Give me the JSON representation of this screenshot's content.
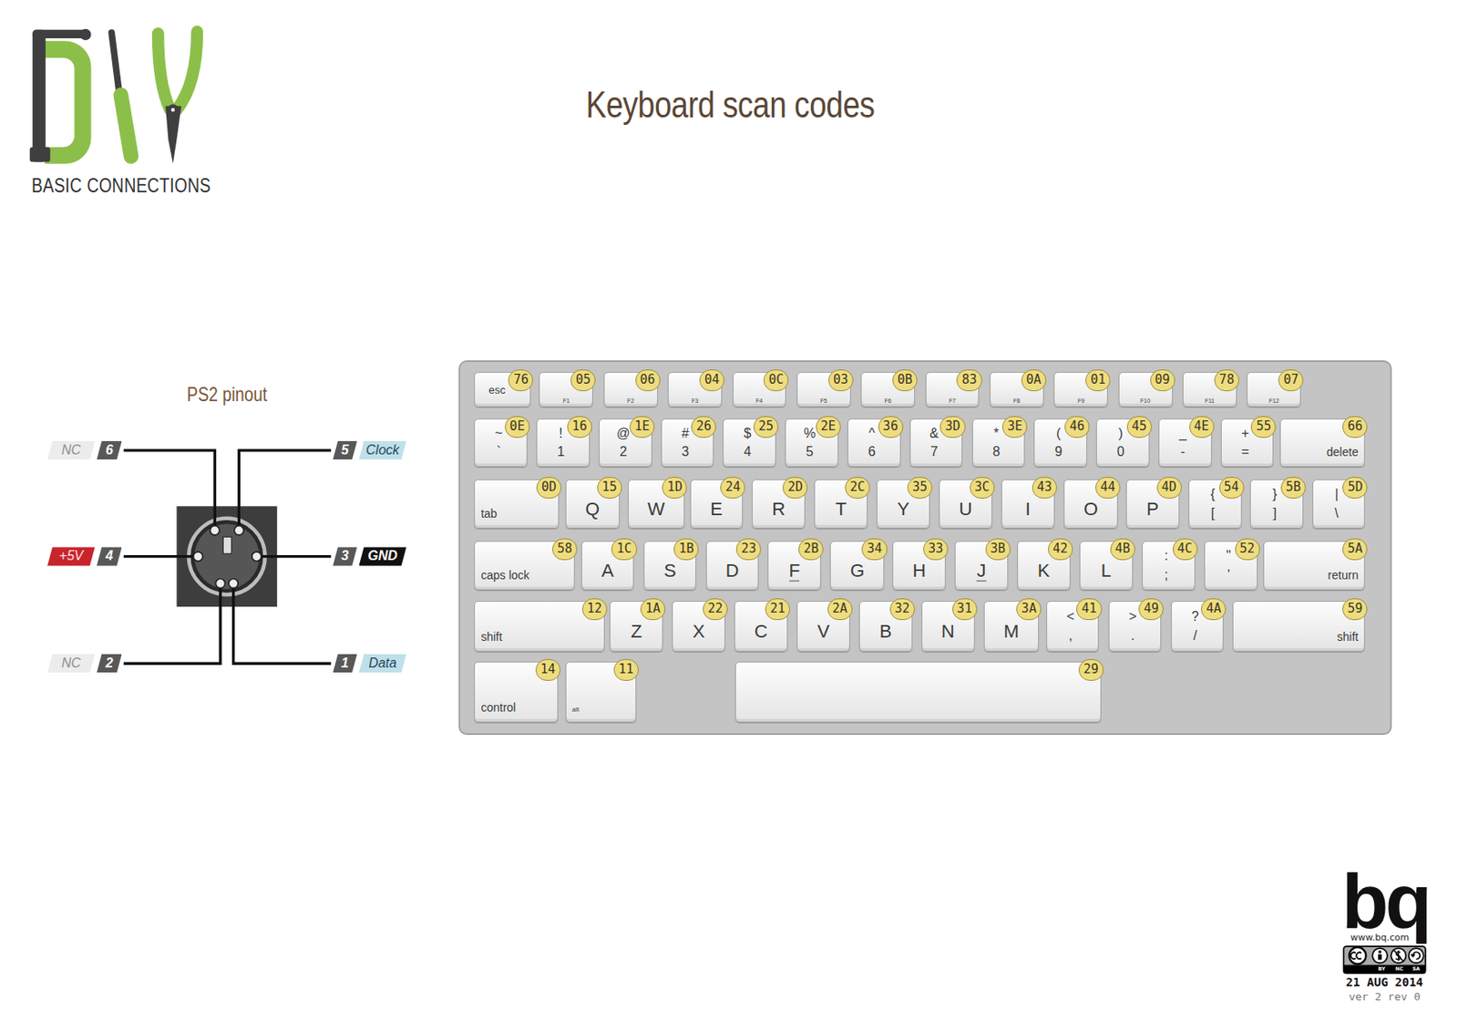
{
  "diagram": {
    "title": "Keyboard scan codes",
    "nodes": [
      {
        "text": [
          "esc",
          "76"
        ]
      },
      {
        "text": [
          "F1",
          "05"
        ]
      },
      {
        "text": [
          "F2",
          "06"
        ]
      },
      {
        "text": [
          "F3",
          "04"
        ]
      },
      {
        "text": [
          "F4",
          "0C"
        ]
      },
      {
        "text": [
          "F5",
          "03"
        ]
      },
      {
        "text": [
          "F6",
          "0B"
        ]
      },
      {
        "text": [
          "F7",
          "83"
        ]
      },
      {
        "text": [
          "F8",
          "0A"
        ]
      },
      {
        "text": [
          "F9",
          "01"
        ]
      },
      {
        "text": [
          "F10",
          "09"
        ]
      },
      {
        "text": [
          "F11",
          "78"
        ]
      },
      {
        "text": [
          "F12",
          "07"
        ]
      },
      {
        "text": [
          "~",
          "`",
          "0E"
        ]
      },
      {
        "text": [
          "!",
          "1",
          "16"
        ]
      },
      {
        "text": [
          "@",
          "2",
          "1E"
        ]
      },
      {
        "text": [
          "#",
          "3",
          "26"
        ]
      },
      {
        "text": [
          "$",
          "4",
          "25"
        ]
      },
      {
        "text": [
          "%",
          "5",
          "2E"
        ]
      },
      {
        "text": [
          "^",
          "6",
          "36"
        ]
      },
      {
        "text": [
          "&",
          "7",
          "3D"
        ]
      },
      {
        "text": [
          "*",
          "8",
          "3E"
        ]
      },
      {
        "text": [
          "(",
          "9",
          "46"
        ]
      },
      {
        "text": [
          ")",
          "0",
          "45"
        ]
      },
      {
        "text": [
          "_",
          "-",
          "4E"
        ]
      },
      {
        "text": [
          "+",
          "=",
          "55"
        ]
      },
      {
        "text": [
          "delete",
          "66"
        ]
      },
      {
        "text": [
          "tab",
          "0D"
        ]
      },
      {
        "text": [
          "Q",
          "15"
        ]
      },
      {
        "text": [
          "W",
          "1D"
        ]
      },
      {
        "text": [
          "E",
          "24"
        ]
      },
      {
        "text": [
          "R",
          "2D"
        ]
      },
      {
        "text": [
          "T",
          "2C"
        ]
      },
      {
        "text": [
          "Y",
          "35"
        ]
      },
      {
        "text": [
          "U",
          "3C"
        ]
      },
      {
        "text": [
          "I",
          "43"
        ]
      },
      {
        "text": [
          "O",
          "44"
        ]
      },
      {
        "text": [
          "P",
          "4D"
        ]
      },
      {
        "text": [
          "{",
          "[",
          "54"
        ]
      },
      {
        "text": [
          "}",
          "]",
          "5B"
        ]
      },
      {
        "text": [
          "|",
          "\\",
          "5D"
        ]
      },
      {
        "text": [
          "caps lock",
          "58"
        ]
      },
      {
        "text": [
          "A",
          "1C"
        ]
      },
      {
        "text": [
          "S",
          "1B"
        ]
      },
      {
        "text": [
          "D",
          "23"
        ]
      },
      {
        "text": [
          "F",
          "2B"
        ]
      },
      {
        "text": [
          "G",
          "34"
        ]
      },
      {
        "text": [
          "H",
          "33"
        ]
      },
      {
        "text": [
          "J",
          "3B"
        ]
      },
      {
        "text": [
          "K",
          "42"
        ]
      },
      {
        "text": [
          "L",
          "4B"
        ]
      },
      {
        "text": [
          ":",
          ";",
          "4C"
        ]
      },
      {
        "text": [
          "\"",
          "'",
          "52"
        ]
      },
      {
        "text": [
          "return",
          "5A"
        ]
      },
      {
        "text": [
          "shift",
          "12"
        ]
      },
      {
        "text": [
          "Z",
          "1A"
        ]
      },
      {
        "text": [
          "X",
          "22"
        ]
      },
      {
        "text": [
          "C",
          "21"
        ]
      },
      {
        "text": [
          "V",
          "2A"
        ]
      },
      {
        "text": [
          "B",
          "32"
        ]
      },
      {
        "text": [
          "N",
          "31"
        ]
      },
      {
        "text": [
          "M",
          "3A"
        ]
      },
      {
        "text": [
          "<",
          ",",
          "41"
        ]
      },
      {
        "text": [
          ">",
          ".",
          "49"
        ]
      },
      {
        "text": [
          "?",
          "/",
          "4A"
        ]
      },
      {
        "text": [
          "shift",
          "59"
        ]
      },
      {
        "text": [
          "control",
          "14"
        ]
      },
      {
        "text": [
          "alt",
          "11"
        ]
      },
      {
        "text": [
          "29"
        ]
      }
    ],
    "labels": [
      "BASIC CONNECTIONS",
      "PS2 pinout",
      "NC",
      "6",
      "5",
      "Clock",
      "+5V",
      "4",
      "3",
      "GND",
      "NC",
      "2",
      "1",
      "Data",
      "bq",
      "www.bq.com",
      "BY",
      "NC",
      "SA",
      "21 AUG 2014",
      "ver 2 rev 0"
    ]
  }
}
